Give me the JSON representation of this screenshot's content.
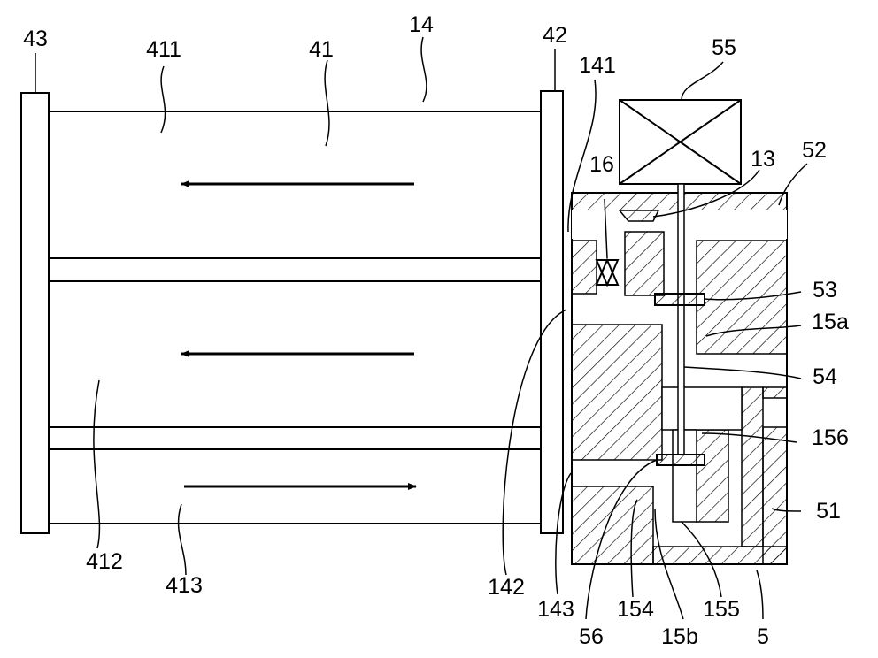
{
  "labels": {
    "l43": "43",
    "l411": "411",
    "l41": "41",
    "l14": "14",
    "l42": "42",
    "l141": "141",
    "l55": "55",
    "l16": "16",
    "l13": "13",
    "l52": "52",
    "l53": "53",
    "l15a": "15a",
    "l54": "54",
    "l156": "156",
    "l51": "51",
    "l412": "412",
    "l413": "413",
    "l142": "142",
    "l143": "143",
    "l154": "154",
    "l155": "155",
    "l56": "56",
    "l15b": "15b",
    "l5": "5"
  },
  "colors": {
    "line": "#000000",
    "background": "#ffffff"
  }
}
